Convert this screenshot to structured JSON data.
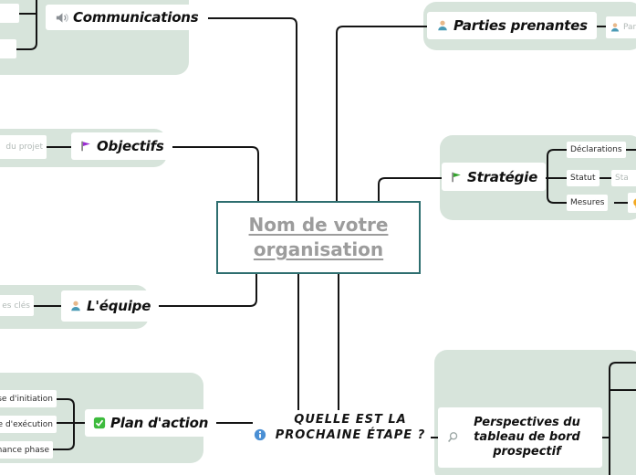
{
  "colors": {
    "container_green": "#d7e4db",
    "line_black": "#141414",
    "central_border_teal": "#2e6e6f",
    "central_text_grey": "#9c9c9c",
    "muted_text_grey": "#b2bab7",
    "info_blue": "#4a8fd4",
    "flag_purple": "#9a2fd0",
    "flag_green": "#35a42e",
    "check_green": "#3dbb3d",
    "bulb_orange": "#f3a81f"
  },
  "central": {
    "line1": "Nom de votre",
    "line2": "organisation"
  },
  "communications": {
    "label": "Communications"
  },
  "parties": {
    "label": "Parties prenantes",
    "child": "Par"
  },
  "objectifs": {
    "label": "Objectifs",
    "left": "du projet"
  },
  "strategie": {
    "label": "Stratégie",
    "children": [
      "Déclarations",
      "Statut",
      "Mesures"
    ],
    "statut_child": "Sta"
  },
  "equipe": {
    "label": "L'équipe",
    "left": "es clés"
  },
  "plan": {
    "label": "Plan d'action",
    "children": [
      "se d'initiation",
      "e d'exécution",
      "enance phase"
    ]
  },
  "question": {
    "line1": "QUELLE EST LA",
    "line2": "PROCHAINE ÉTAPE ?"
  },
  "perspectives": {
    "line1": "Perspectives du",
    "line2": "tableau de bord",
    "line3": "prospectif"
  }
}
